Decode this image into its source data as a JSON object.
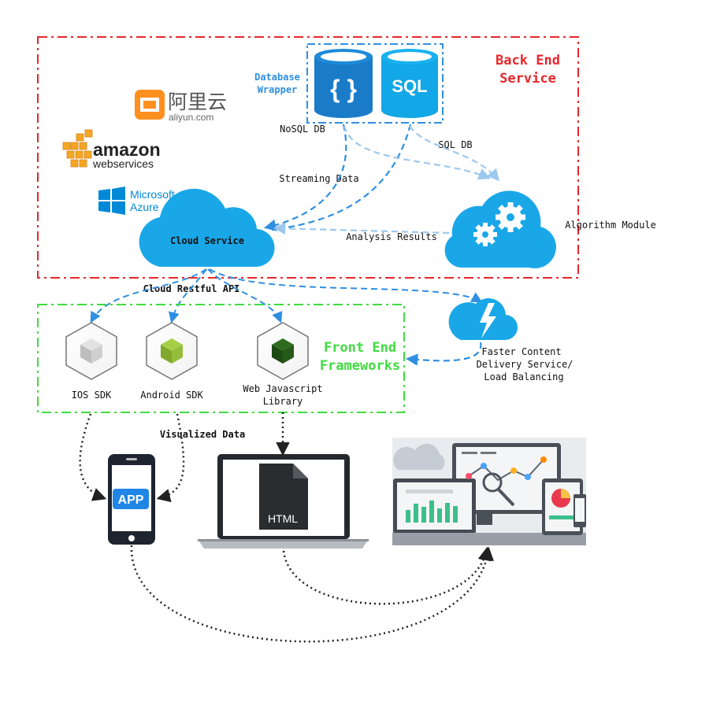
{
  "backend": {
    "title_line1": "Back End",
    "title_line2": "Service",
    "wrapper_line1": "Database",
    "wrapper_line2": "Wrapper",
    "nosql_icon": "{ }",
    "sql_icon": "SQL",
    "nosql_label": "NoSQL DB",
    "sql_label": "SQL DB",
    "streaming_label": "Streaming Data",
    "analysis_label": "Analysis Results",
    "algorithm_label": "Algorithm Module",
    "cloud_label": "Cloud Service"
  },
  "providers": {
    "aliyun_cn": "阿里云",
    "aliyun_en": "aliyun.com",
    "amazon_top": "amazon",
    "amazon_bottom": "webservices",
    "azure_top": "Microsoft",
    "azure_bottom": "Azure"
  },
  "api": {
    "label": "Cloud Restful API"
  },
  "frontend": {
    "title_line1": "Front End",
    "title_line2": "Frameworks",
    "ios_label": "IOS SDK",
    "android_label": "Android SDK",
    "web_line1": "Web Javascript",
    "web_line2": "Library"
  },
  "cdn": {
    "line1": "Faster Content",
    "line2": "Delivery Service/",
    "line3": "Load Balancing"
  },
  "clients": {
    "visualized_label": "Visualized Data",
    "app_label": "APP",
    "html_label": "HTML"
  },
  "colors": {
    "backend_border": "#e8262a",
    "frontend_border": "#3fdc3f",
    "wrapper_border": "#2f8fe0",
    "arrow_blue": "#2f8fe0",
    "arrow_light": "#9cc8ef",
    "cloud_blue": "#1aa7e8"
  }
}
